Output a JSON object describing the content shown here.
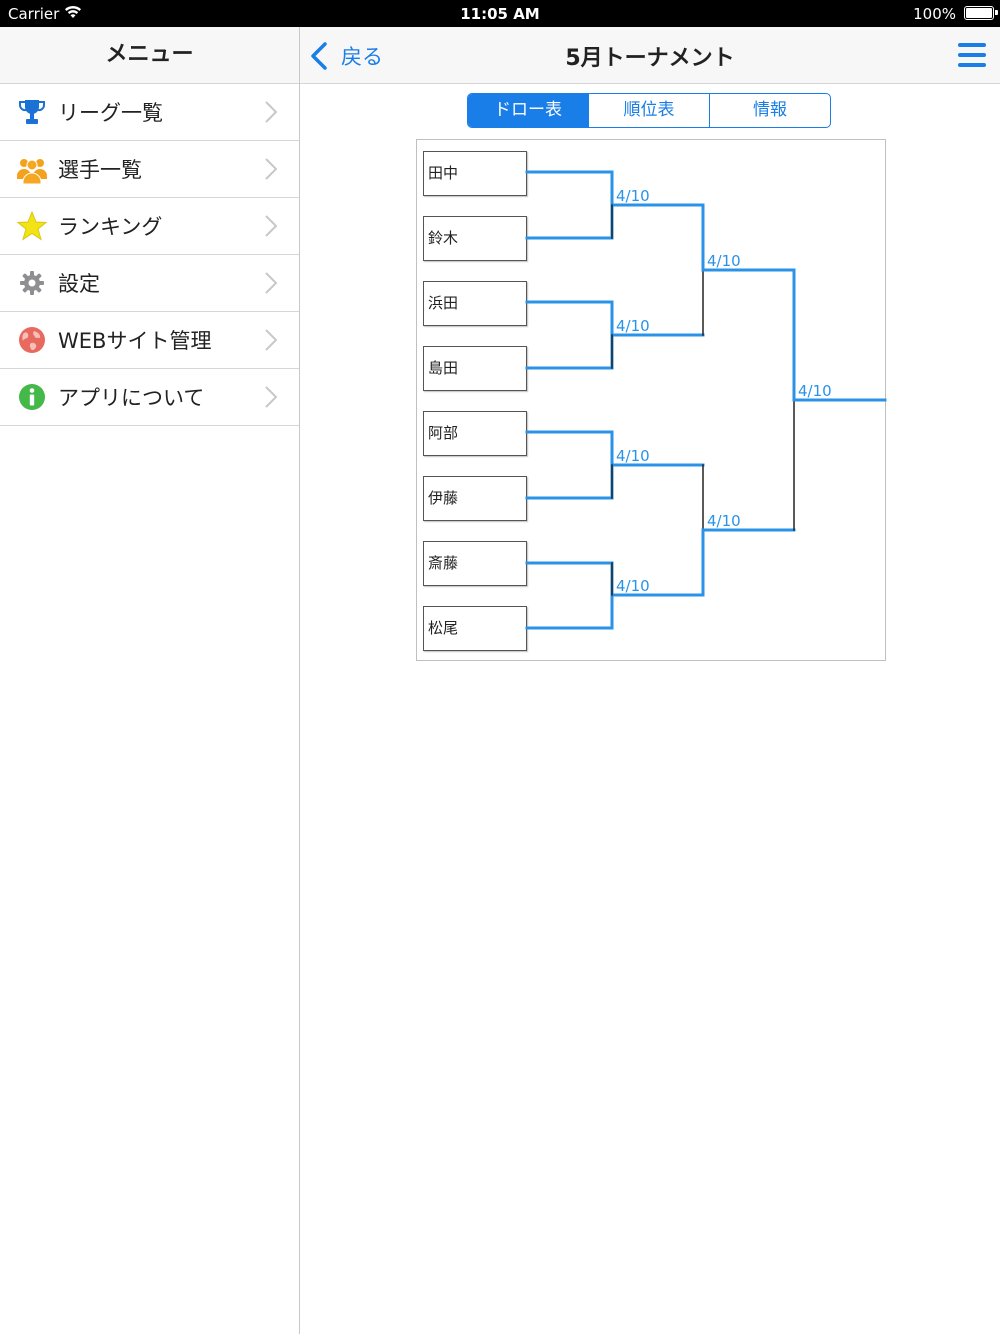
{
  "status_bar": {
    "carrier": "Carrier",
    "time": "11:05 AM",
    "battery": "100%"
  },
  "menu": {
    "title": "メニュー",
    "items": [
      {
        "label": "リーグ一覧",
        "icon": "trophy-icon"
      },
      {
        "label": "選手一覧",
        "icon": "people-icon"
      },
      {
        "label": "ランキング",
        "icon": "star-icon"
      },
      {
        "label": "設定",
        "icon": "gear-icon"
      },
      {
        "label": "WEBサイト管理",
        "icon": "globe-icon"
      },
      {
        "label": "アプリについて",
        "icon": "info-icon"
      }
    ]
  },
  "nav": {
    "back_label": "戻る",
    "title": "5月トーナメント"
  },
  "tabs": [
    {
      "label": "ドロー表",
      "active": true
    },
    {
      "label": "順位表",
      "active": false
    },
    {
      "label": "情報",
      "active": false
    }
  ],
  "bracket": {
    "players": [
      "田中",
      "鈴木",
      "浜田",
      "島田",
      "阿部",
      "伊藤",
      "斎藤",
      "松尾"
    ],
    "round1": [
      "4/10",
      "4/10",
      "4/10",
      "4/10"
    ],
    "round2": [
      "4/10",
      "4/10"
    ],
    "final": [
      "4/10"
    ]
  },
  "colors": {
    "accent": "#1a7ee8",
    "bracket_line": "#2a93e8"
  }
}
